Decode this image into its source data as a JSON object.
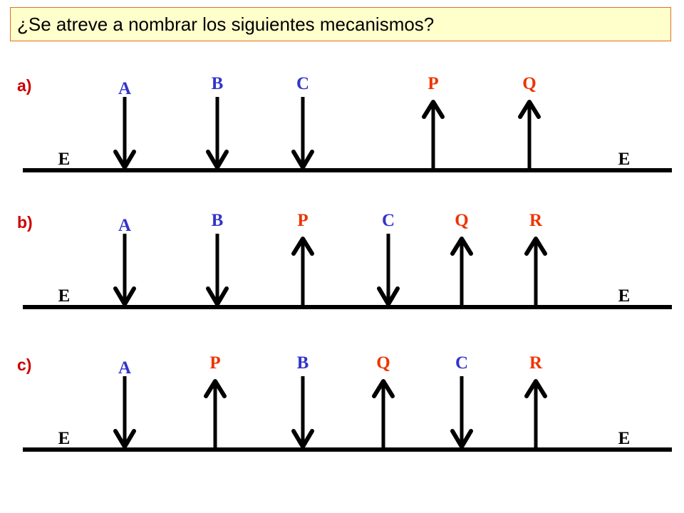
{
  "title": "¿Se atreve a nombrar los siguientes mecanismos?",
  "colors": {
    "row_label": "#cc0000",
    "down_label": "#3333cc",
    "up_label": "#ee3300",
    "end_label": "#000000",
    "line": "#000000"
  },
  "rows": [
    {
      "label": "a)",
      "end_left": "E",
      "end_right": "E",
      "arrows": [
        {
          "letter": "A",
          "direction": "down"
        },
        {
          "letter": "B",
          "direction": "down"
        },
        {
          "letter": "C",
          "direction": "down"
        },
        {
          "letter": "P",
          "direction": "up"
        },
        {
          "letter": "Q",
          "direction": "up"
        }
      ]
    },
    {
      "label": "b)",
      "end_left": "E",
      "end_right": "E",
      "arrows": [
        {
          "letter": "A",
          "direction": "down"
        },
        {
          "letter": "B",
          "direction": "down"
        },
        {
          "letter": "P",
          "direction": "up"
        },
        {
          "letter": "C",
          "direction": "down"
        },
        {
          "letter": "Q",
          "direction": "up"
        },
        {
          "letter": "R",
          "direction": "up"
        }
      ]
    },
    {
      "label": "c)",
      "end_left": "E",
      "end_right": "E",
      "arrows": [
        {
          "letter": "A",
          "direction": "down"
        },
        {
          "letter": "P",
          "direction": "up"
        },
        {
          "letter": "B",
          "direction": "down"
        },
        {
          "letter": "Q",
          "direction": "up"
        },
        {
          "letter": "C",
          "direction": "down"
        },
        {
          "letter": "R",
          "direction": "up"
        }
      ]
    }
  ]
}
